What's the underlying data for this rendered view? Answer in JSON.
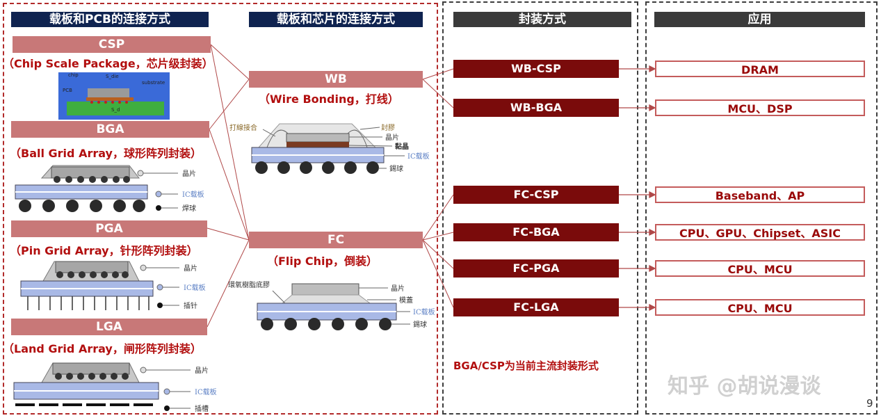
{
  "headers": {
    "col1": "载板和PCB的连接方式",
    "col2": "载板和芯片的连接方式",
    "col3": "封装方式",
    "col4": "应用"
  },
  "pcb_methods": [
    {
      "label": "CSP",
      "desc": "（Chip Scale Package，芯片级封装）"
    },
    {
      "label": "BGA",
      "desc": "（Ball Grid Array，球形阵列封装）"
    },
    {
      "label": "PGA",
      "desc": "（Pin Grid Array，针形阵列封装）"
    },
    {
      "label": "LGA",
      "desc": "（Land Grid Array，闸形阵列封装）"
    }
  ],
  "chip_methods": [
    {
      "label": "WB",
      "desc": "（Wire Bonding，打线）"
    },
    {
      "label": "FC",
      "desc": "（Flip Chip，倒装）"
    }
  ],
  "packages": [
    "WB-CSP",
    "WB-BGA",
    "FC-CSP",
    "FC-BGA",
    "FC-PGA",
    "FC-LGA"
  ],
  "applications": [
    "DRAM",
    "MCU、DSP",
    "Baseband、AP",
    "CPU、GPU、Chipset、ASIC",
    "CPU、MCU",
    "CPU、MCU"
  ],
  "footnote": "BGA/CSP为当前主流封装形式",
  "watermark": "知乎 @胡说漫谈",
  "page_number": "9",
  "diagram_labels": {
    "chip": "晶片",
    "substrate": "IC载板",
    "solder_ball_bga": "焊球",
    "pin": "插针",
    "socket": "插槽",
    "solder_ball": "錫球",
    "wire_bond": "打線接合",
    "encapsulant": "封膠",
    "die_attach": "黏晶",
    "underfill": "環氧樹脂底膠",
    "mold_cap": "模蓋",
    "csp_chip": "chip",
    "csp_substrate": "substrate",
    "csp_pcb": "PCB",
    "csp_sdie": "S_die",
    "csp_sd": "S_d"
  },
  "colors": {
    "navy": "#0f2350",
    "pink": "#c87878",
    "dark_red": "#7a0b0b",
    "red_text": "#b20f0f",
    "substrate_blue": "#a9b9e6"
  }
}
